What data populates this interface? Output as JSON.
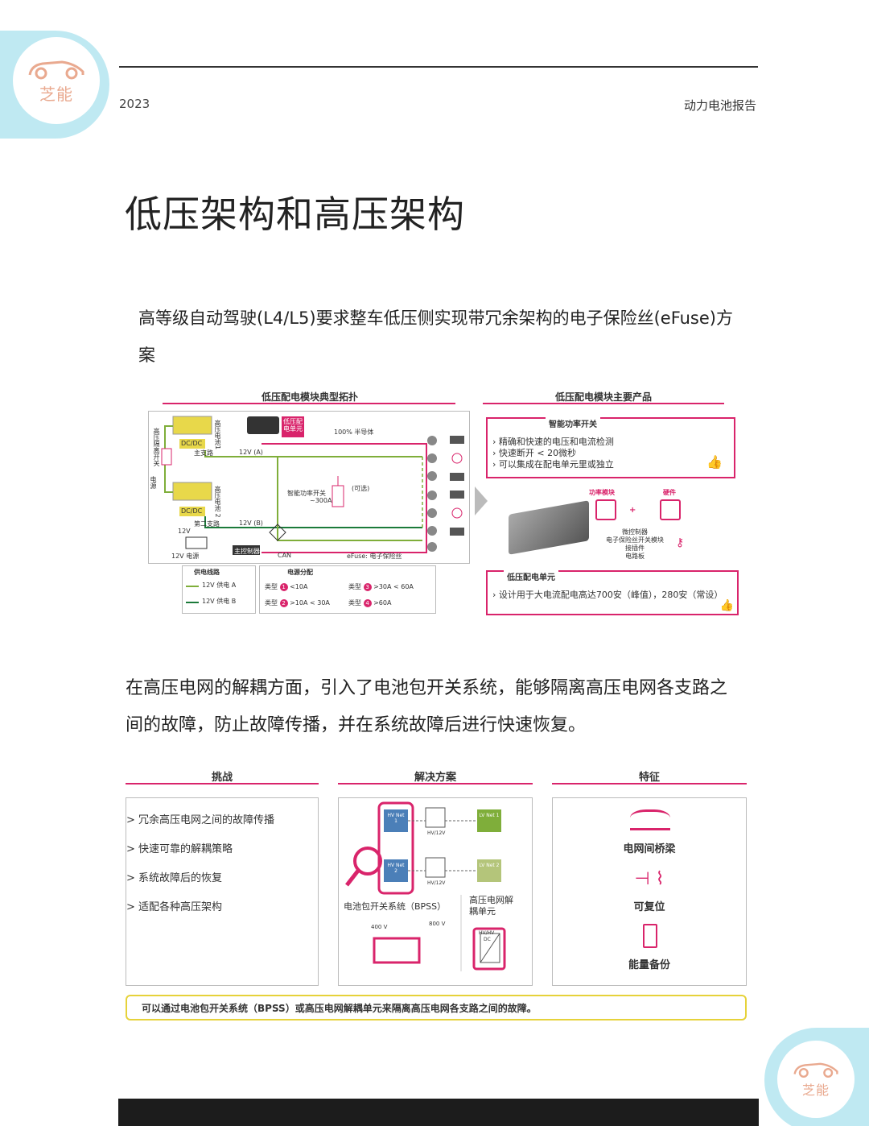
{
  "header": {
    "brand": "芝能",
    "year": "2023",
    "report_title": "动力电池报告"
  },
  "page_title": "低压架构和高压架构",
  "subtitle": "高等级自动驾驶(L4/L5)要求整车低压侧实现带冗余架构的电子保险丝(eFuse)方案",
  "fig1": {
    "left_header": "低压配电模块典型拓扑",
    "right_header": "低压配电模块主要产品",
    "module_label": "低压配电单元",
    "label_100": "100% 半导体",
    "dcdc": "DC/DC",
    "main_branch": "主支路",
    "second_branch": "第二支路",
    "v12a": "12V (A)",
    "v12b": "12V (B)",
    "v12": "12V",
    "v12_power": "12V 电源",
    "hv_battery1": "高压电池1",
    "hv_battery2": "高压电池 2",
    "power_source": "电源",
    "hv_isolation": "高压隔离开关",
    "smart_switch": "智能功率开关",
    "smart_300": "~300A",
    "optional": "(可选)",
    "controller": "主控制器",
    "can": "CAN",
    "efuse": "eFuse: 电子保险丝",
    "supply_title": "供电线路",
    "supply_a": "12V 供电 A",
    "supply_b": "12V 供电 B",
    "dist_title": "电源分配",
    "type": "类型",
    "dist": [
      {
        "num": "1",
        "range": "<10A"
      },
      {
        "num": "3",
        "range": ">30A < 60A"
      },
      {
        "num": "2",
        "range": ">10A < 30A"
      },
      {
        "num": "4",
        "range": ">60A"
      }
    ],
    "product_switch_title": "智能功率开关",
    "product_switch_bullets": [
      "精确和快速的电压和电流检测",
      "快速断开 < 20微秒",
      "可以集成在配电单元里或独立"
    ],
    "power_module": "功率模块",
    "hardware": "硬件",
    "plus": "+",
    "hw_list": [
      "微控制器",
      "电子保险丝开关模块",
      "接插件",
      "电路板"
    ],
    "unit_title": "低压配电单元",
    "unit_bullet": "设计用于大电流配电高达700安（峰值），280安（常设）"
  },
  "para2": "在高压电网的解耦方面，引入了电池包开关系统，能够隔离高压电网各支路之间的故障，防止故障传播，并在系统故障后进行快速恢复。",
  "fig2": {
    "challenge_header": "挑战",
    "solution_header": "解决方案",
    "feature_header": "特征",
    "challenges": [
      "冗余高压电网之间的故障传播",
      "快速可靠的解耦策略",
      "系统故障后的恢复",
      "适配各种高压架构"
    ],
    "hv_net1": "HV Net 1",
    "hv_net2": "HV Net 2",
    "lv_net1": "LV Net 1",
    "lv_net2": "LV Net 2",
    "hv12": "HV/12V",
    "bpss": "电池包开关系统（BPSS）",
    "hv_unit": "高压电网解耦单元",
    "v400": "400 V",
    "v800": "800 V",
    "hvhv": "HV/HV",
    "dc": "DC",
    "features": [
      "电网间桥梁",
      "可复位",
      "能量备份"
    ],
    "conclusion": "可以通过电池包开关系统（BPSS）或高压电网解耦单元来隔离高压电网各支路之间的故障。"
  },
  "colors": {
    "accent": "#d9246b",
    "battery": "#e8d84a",
    "green": "#7fae3a",
    "hv_blue": "#4b7fb8",
    "highlight": "#e6d23a"
  }
}
